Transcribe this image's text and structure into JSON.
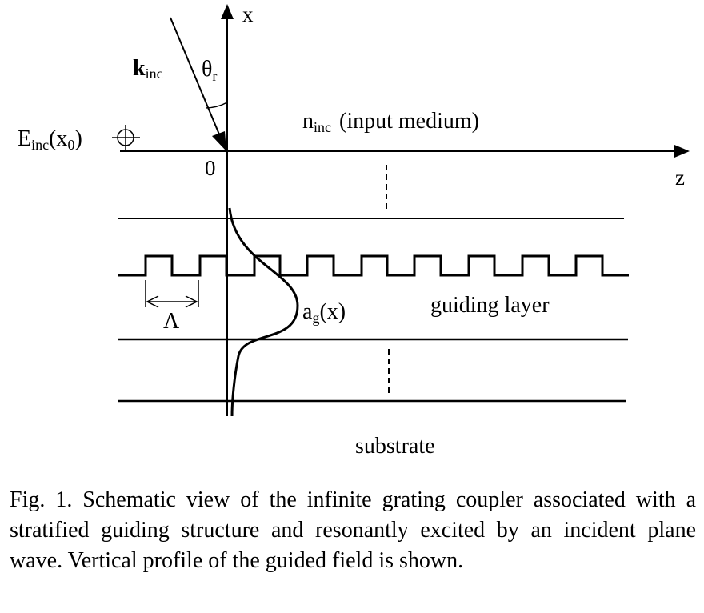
{
  "axes": {
    "x_label": "x",
    "z_label": "z",
    "origin_label": "0"
  },
  "incident_wave": {
    "k_symbol": "k",
    "k_subscript": "inc",
    "angle_symbol": "θ",
    "angle_subscript": "r"
  },
  "incident_field": {
    "symbol": "E",
    "subscript": "inc",
    "argument_open": "(x",
    "argument_sub": "0",
    "argument_close": ")"
  },
  "input_medium": {
    "symbol": "n",
    "subscript": "inc",
    "text": "(input medium)"
  },
  "grating": {
    "period_symbol": "Λ"
  },
  "guided_field": {
    "symbol": "a",
    "subscript": "g",
    "argument": "(x)"
  },
  "layers": {
    "guiding_layer_label": "guiding layer",
    "substrate_label": "substrate"
  },
  "caption": "Fig. 1. Schematic view of the infinite grating coupler associated with a stratified guiding structure and resonantly excited by an incident plane wave. Vertical profile of the guided field is shown."
}
